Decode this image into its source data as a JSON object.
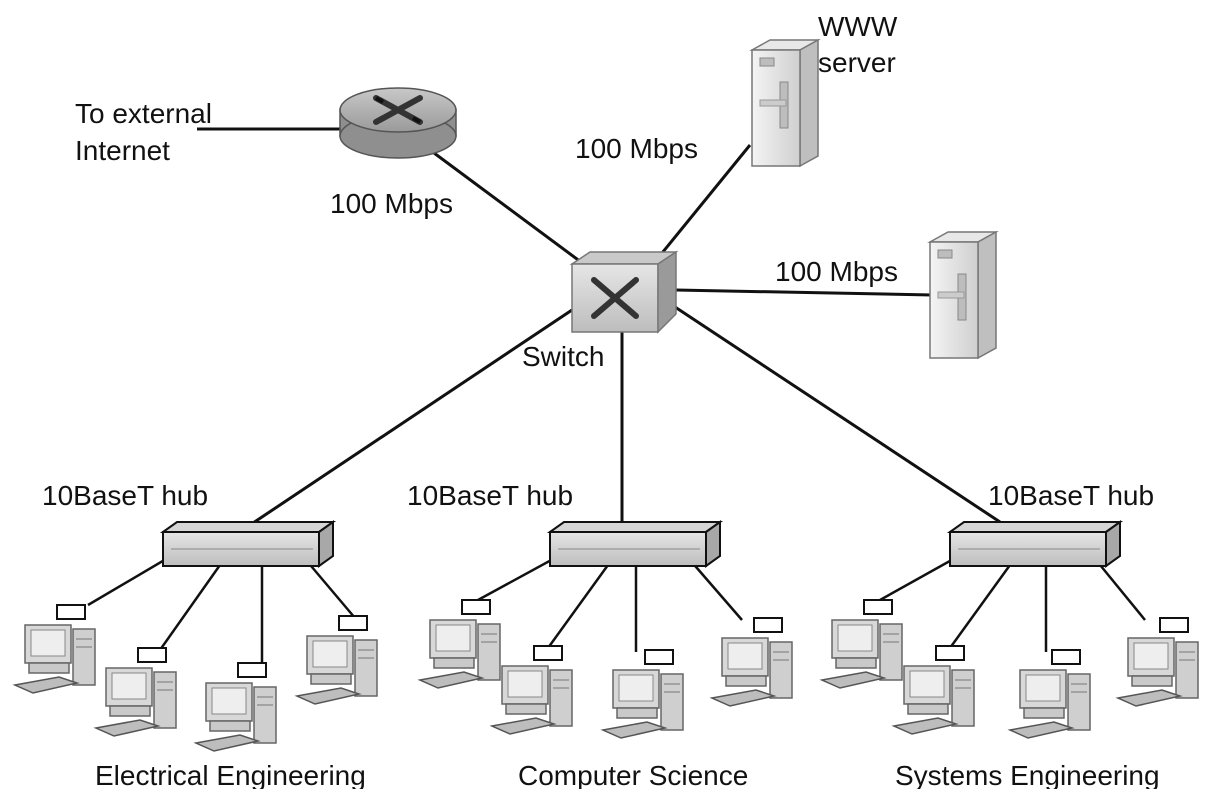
{
  "labels": {
    "external": [
      "To external",
      "Internet"
    ],
    "router_link_speed": "100 Mbps",
    "www_link_speed": "100 Mbps",
    "server2_link_speed": "100 Mbps",
    "www_server": [
      "WWW",
      "server"
    ],
    "switch": "Switch"
  },
  "hubs": [
    {
      "label": "10BaseT hub",
      "department": "Electrical Engineering",
      "hosts": 4
    },
    {
      "label": "10BaseT hub",
      "department": "Computer Science",
      "hosts": 4
    },
    {
      "label": "10BaseT hub",
      "department": "Systems Engineering",
      "hosts": 4
    }
  ],
  "icons": {
    "router": "router-icon",
    "switch": "switch-icon",
    "server": "server-icon",
    "hub": "hub-icon",
    "pc": "pc-icon"
  }
}
